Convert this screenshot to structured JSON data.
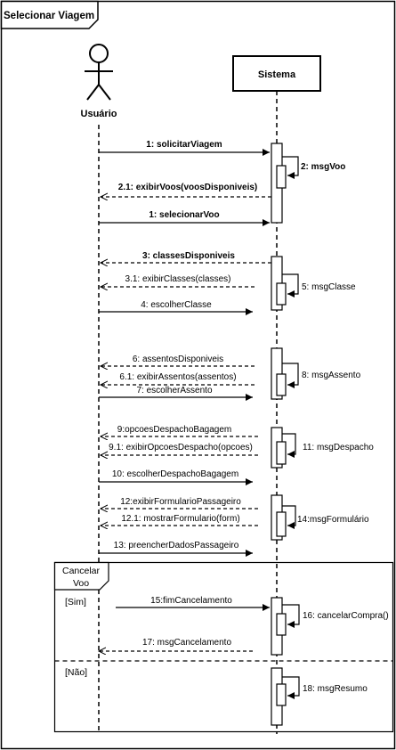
{
  "frame": {
    "title": "Selecionar Viagem"
  },
  "actors": {
    "user": "Usuário",
    "system": "Sistema"
  },
  "messages": [
    {
      "id": "m1",
      "label": "1: solicitarViagem",
      "bold": true,
      "dashed": false
    },
    {
      "id": "m2",
      "label": "2: msgVoo",
      "bold": true,
      "self": true
    },
    {
      "id": "m21",
      "label": "2.1: exibirVoos(voosDisponiveis)",
      "bold": true,
      "dashed": true
    },
    {
      "id": "m1b",
      "label": "1: selecionarVoo",
      "bold": true,
      "dashed": false
    },
    {
      "id": "m3",
      "label": "3: classesDisponiveis",
      "bold": true,
      "dashed": true
    },
    {
      "id": "m31",
      "label": "3.1: exibirClasses(classes)",
      "bold": false,
      "dashed": true
    },
    {
      "id": "m5",
      "label": "5: msgClasse",
      "bold": false,
      "self": true
    },
    {
      "id": "m4",
      "label": "4: escolherClasse",
      "bold": false,
      "dashed": false
    },
    {
      "id": "m6",
      "label": "6: assentosDisponiveis",
      "bold": false,
      "dashed": true
    },
    {
      "id": "m8",
      "label": "8: msgAssento",
      "bold": false,
      "self": true
    },
    {
      "id": "m61",
      "label": "6.1: exibirAssentos(assentos)",
      "bold": false,
      "dashed": true
    },
    {
      "id": "m7",
      "label": "7: escolherAssento",
      "bold": false,
      "dashed": false
    },
    {
      "id": "m9",
      "label": "9:opcoesDespachoBagagem",
      "bold": false,
      "dashed": true
    },
    {
      "id": "m91",
      "label": "9.1: exibirOpcoesDespacho(opcoes)",
      "bold": false,
      "dashed": true
    },
    {
      "id": "m11",
      "label": "11: msgDespacho",
      "bold": false,
      "self": true
    },
    {
      "id": "m10",
      "label": "10: escolherDespachoBagagem",
      "bold": false,
      "dashed": false
    },
    {
      "id": "m12",
      "label": "12:exibirFormularioPassageiro",
      "bold": false,
      "dashed": true
    },
    {
      "id": "m121",
      "label": "12.1: mostrarFormulario(form)",
      "bold": false,
      "dashed": true
    },
    {
      "id": "m14",
      "label": "14:msgFormulário",
      "bold": false,
      "self": true
    },
    {
      "id": "m13",
      "label": "13: preencherDadosPassageiro",
      "bold": false,
      "dashed": false
    },
    {
      "id": "m15",
      "label": "15:fimCancelamento",
      "bold": false,
      "dashed": false
    },
    {
      "id": "m16",
      "label": "16: cancelarCompra()",
      "bold": false,
      "self": true
    },
    {
      "id": "m17",
      "label": "17: msgCancelamento",
      "bold": false,
      "dashed": true
    },
    {
      "id": "m18",
      "label": "18: msgResumo",
      "bold": false,
      "self": true
    }
  ],
  "fragment": {
    "operator_line1": "Cancelar",
    "operator_line2": "Voo",
    "guard_yes": "[Sim]",
    "guard_no": "[Não]"
  }
}
